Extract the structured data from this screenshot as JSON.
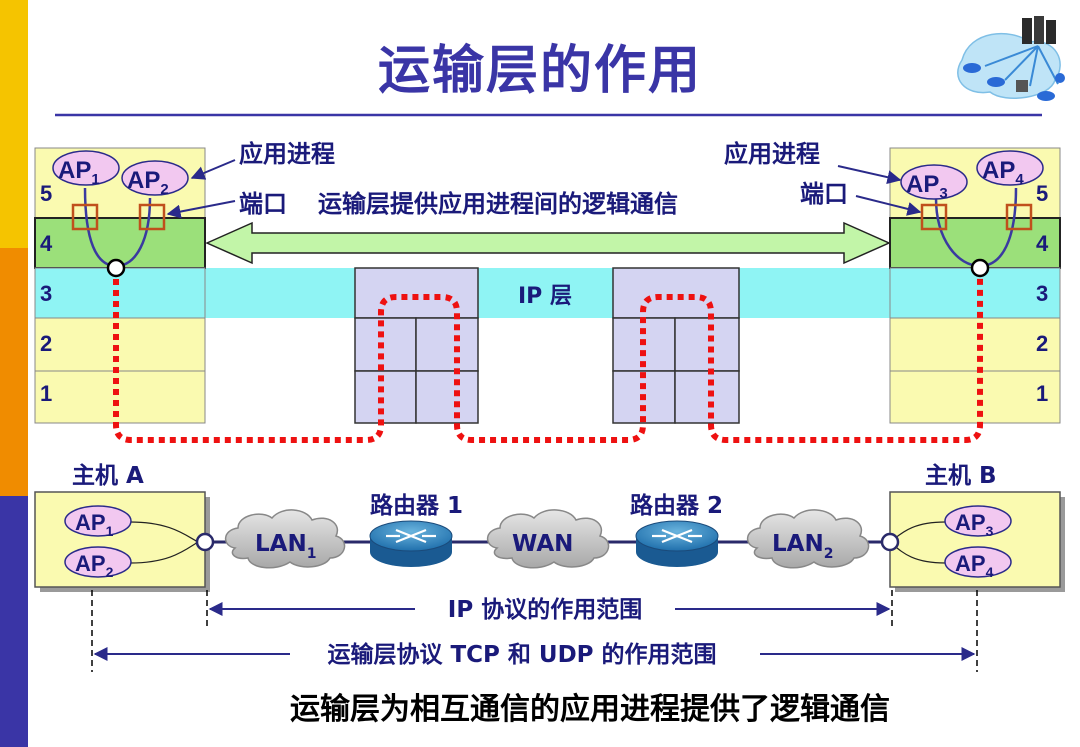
{
  "title": "运输层的作用",
  "caption": "运输层为相互通信的应用进程提供了逻辑通信",
  "top": {
    "app_process_left": "应用进程",
    "app_process_right": "应用进程",
    "port_left": "端口",
    "port_right": "端口",
    "logical_comm": "运输层提供应用进程间的逻辑通信",
    "ip_layer": "IP 层",
    "layers": [
      "5",
      "4",
      "3",
      "2",
      "1"
    ],
    "ap_left": [
      {
        "base": "AP",
        "sub": "1"
      },
      {
        "base": "AP",
        "sub": "2"
      }
    ],
    "ap_right": [
      {
        "base": "AP",
        "sub": "3"
      },
      {
        "base": "AP",
        "sub": "4"
      }
    ]
  },
  "bottom": {
    "host_a": "主机 A",
    "host_b": "主机 B",
    "router1": "路由器 1",
    "router2": "路由器 2",
    "lan1": {
      "base": "LAN",
      "sub": "1"
    },
    "wan": "WAN",
    "lan2": {
      "base": "LAN",
      "sub": "2"
    },
    "ap_a": [
      {
        "base": "AP",
        "sub": "1"
      },
      {
        "base": "AP",
        "sub": "2"
      }
    ],
    "ap_b": [
      {
        "base": "AP",
        "sub": "3"
      },
      {
        "base": "AP",
        "sub": "4"
      }
    ],
    "ip_scope": "IP 协议的作用范围",
    "transport_scope": "运输层协议 TCP 和 UDP 的作用范围"
  },
  "colors": {
    "title": "#3a35a6",
    "stripe_top": "#f5c400",
    "stripe_mid": "#f08c00",
    "stripe_bottom": "#3a35a6",
    "layer_yellow": "#fafab0",
    "layer_green": "#9be07a",
    "ip_band": "#8ff4f4",
    "router_box": "#d4d4f2",
    "ap_fill": "#f2c8f0",
    "dotted_path": "#ee1111",
    "port_box": "#c0501c",
    "curve": "#3a3aa0"
  },
  "icons": {
    "corner": "network-servers-icon",
    "router": "router-icon",
    "cloud": "cloud-icon"
  }
}
